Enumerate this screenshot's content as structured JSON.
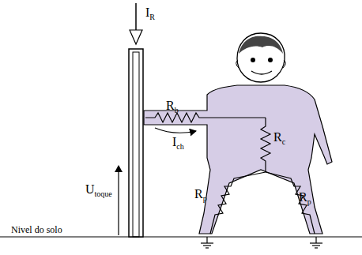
{
  "diagram": {
    "labels": [
      "IR",
      "Rb",
      "Ich",
      "Rc",
      "Rp",
      "Rp",
      "Utoque",
      "Nivel do solo"
    ]
  }
}
